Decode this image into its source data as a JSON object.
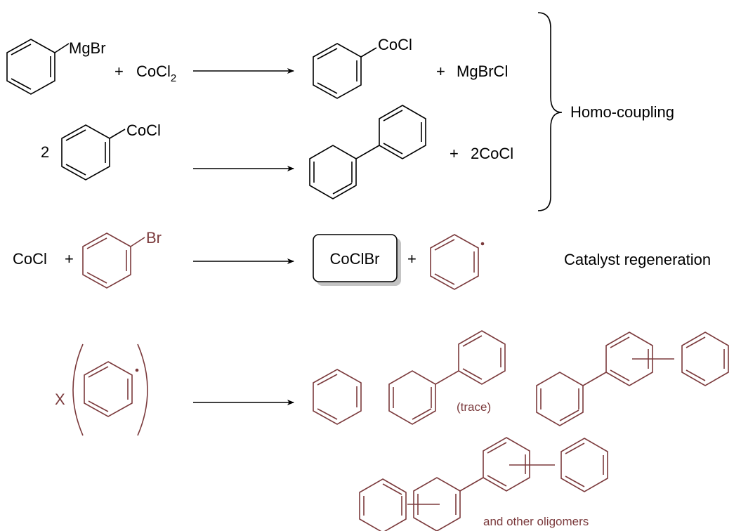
{
  "reaction1": {
    "reagent_label": "MgBr",
    "plus1": "+",
    "cocl2_base": "CoCl",
    "cocl2_sub": "2",
    "product_label": "CoCl",
    "plus2": "+",
    "byproduct": "MgBrCl"
  },
  "reaction2": {
    "coefficient": "2",
    "reagent_label": "CoCl",
    "plus": "+",
    "byproduct": "2CoCl"
  },
  "brace_label": "Homo-coupling",
  "reaction3": {
    "reagent1": "CoCl",
    "plus1": "+",
    "reagent2_label": "Br",
    "boxed_product": "CoClBr",
    "plus2": "+",
    "label": "Catalyst regeneration"
  },
  "reaction4": {
    "multiplier": "X",
    "trace_label": "(trace)",
    "other_label": "and other oligomers"
  },
  "colors": {
    "black": "#000000",
    "brown": "#7b3a3c"
  }
}
